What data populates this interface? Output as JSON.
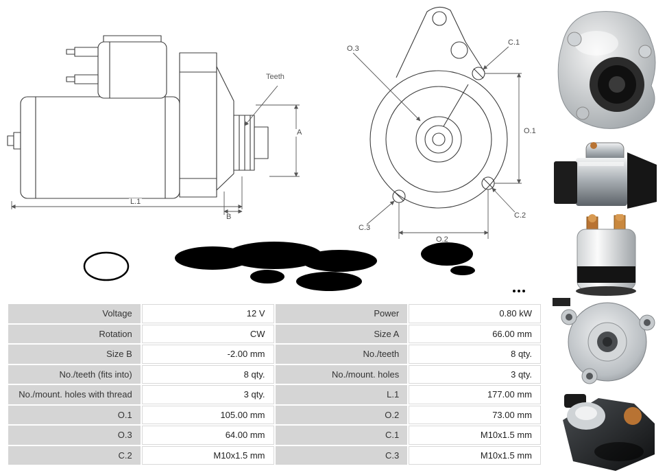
{
  "diagrams": {
    "side_view": {
      "labels": {
        "teeth": "Teeth",
        "a": "A",
        "l1": "L.1",
        "b": "B"
      }
    },
    "front_view": {
      "labels": {
        "o3": "O.3",
        "c1": "C.1",
        "o1": "O.1",
        "c3": "C.3",
        "o2": "O.2",
        "c2": "C.2"
      }
    }
  },
  "photos": [
    {
      "name": "starter-front-view-render"
    },
    {
      "name": "starter-side-view-photo"
    },
    {
      "name": "solenoid-closeup-photo"
    },
    {
      "name": "mounting-flange-photo"
    },
    {
      "name": "starter-angled-view-photo"
    }
  ],
  "spec_table": {
    "colors": {
      "label_bg": "#d5d5d5",
      "cell_border": "#d9d9d9",
      "text": "#333333"
    },
    "rows": [
      {
        "l1": "Voltage",
        "v1": "12 V",
        "l2": "Power",
        "v2": "0.80 kW"
      },
      {
        "l1": "Rotation",
        "v1": "CW",
        "l2": "Size A",
        "v2": "66.00 mm"
      },
      {
        "l1": "Size B",
        "v1": "-2.00 mm",
        "l2": "No./teeth",
        "v2": "8 qty."
      },
      {
        "l1": "No./teeth (fits into)",
        "v1": "8 qty.",
        "l2": "No./mount. holes",
        "v2": "3 qty."
      },
      {
        "l1": "No./mount. holes with thread",
        "v1": "3 qty.",
        "l2": "L.1",
        "v2": "177.00 mm"
      },
      {
        "l1": "O.1",
        "v1": "105.00 mm",
        "l2": "O.2",
        "v2": "73.00 mm"
      },
      {
        "l1": "O.3",
        "v1": "64.00 mm",
        "l2": "C.1",
        "v2": "M10x1.5 mm"
      },
      {
        "l1": "C.2",
        "v1": "M10x1.5 mm",
        "l2": "C.3",
        "v2": "M10x1.5 mm"
      }
    ]
  }
}
